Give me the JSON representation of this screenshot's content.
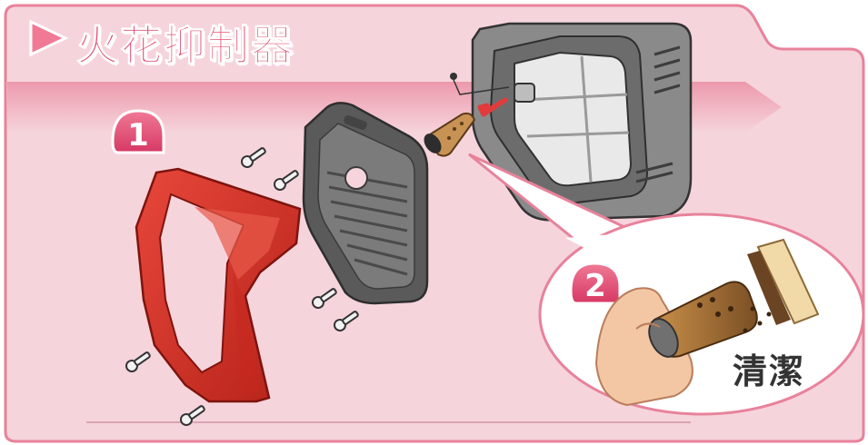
{
  "title": "火花抑制器",
  "steps": [
    {
      "number": "1"
    },
    {
      "number": "2"
    }
  ],
  "callout_label": "清潔",
  "colors": {
    "accent": "#e04b6e",
    "panel_fill": "#f6d4dc",
    "frame_red": "#d7312a",
    "housing_grey": "#8a8a8a"
  }
}
